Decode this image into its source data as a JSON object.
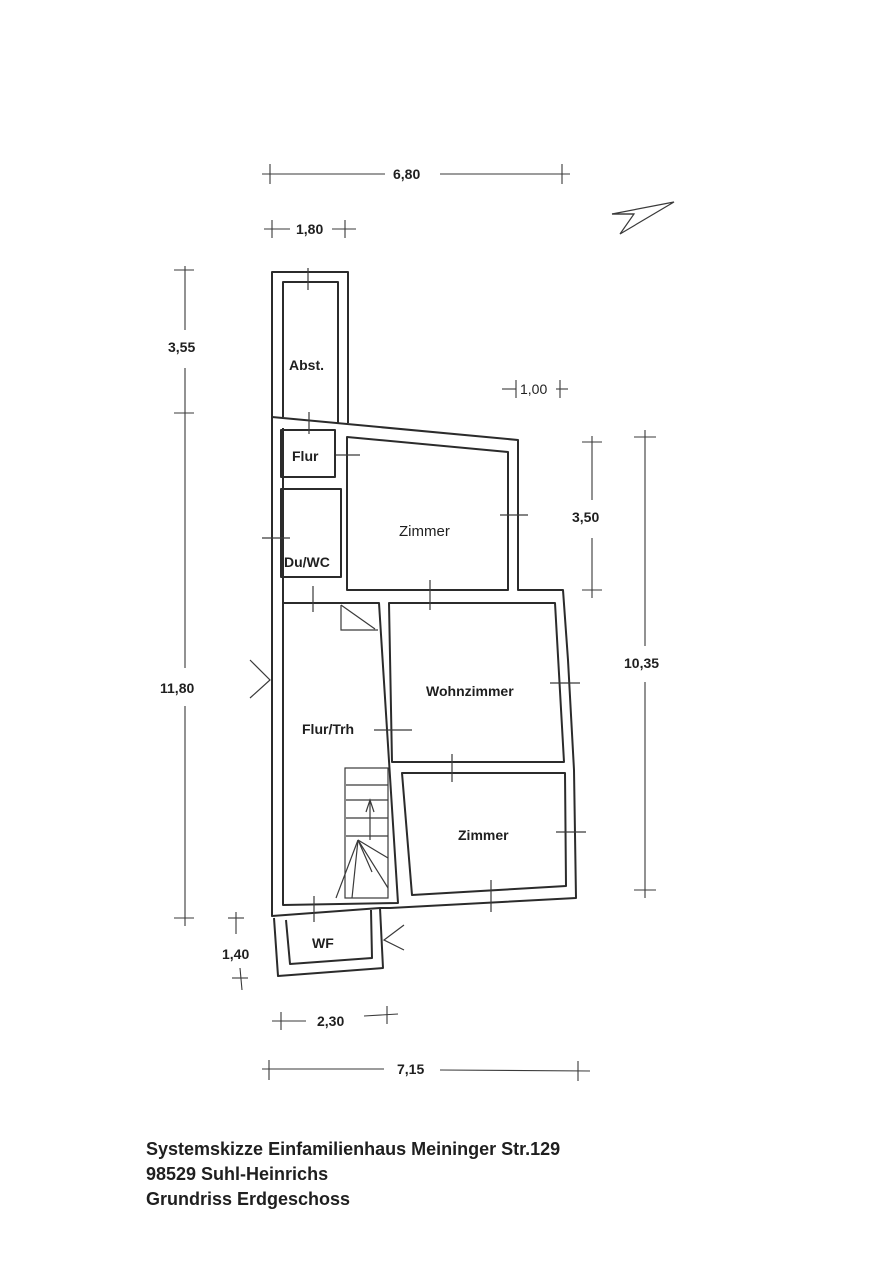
{
  "rooms": {
    "abstellraum": "Abst.",
    "flur_small": "Flur",
    "du_wc": "Du/WC",
    "zimmer_top": "Zimmer",
    "flur_treppenhaus": "Flur/Trh",
    "wohnzimmer": "Wohnzimmer",
    "zimmer_bottom": "Zimmer",
    "wf": "WF"
  },
  "dimensions": {
    "top_total": "6,80",
    "top_abst_width": "1,80",
    "offset": "1,00",
    "left_upper": "3,55",
    "left_main": "11,80",
    "right_zimmer": "3,50",
    "right_total": "10,35",
    "wf_depth": "1,40",
    "bottom_wf_width": "2,30",
    "bottom_total": "7,15"
  },
  "caption": {
    "line1": "Systemskizze Einfamilienhaus Meininger Str.129",
    "line2": "98529 Suhl-Heinrichs",
    "line3": "Grundriss  Erdgeschoss"
  },
  "icons": {
    "north_arrow": "north-arrow-icon",
    "entrance_arrows": "entrance-arrow-icon"
  }
}
